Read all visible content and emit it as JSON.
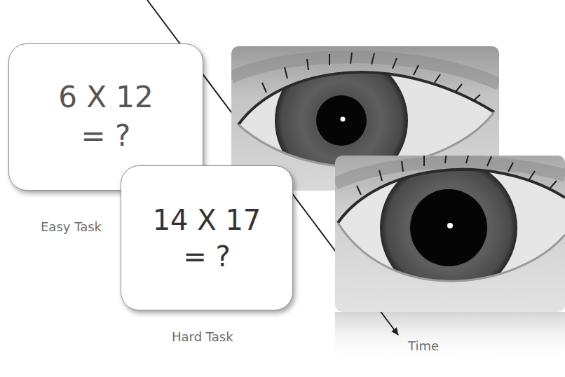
{
  "diagram": {
    "nodes": [
      {
        "text": [
          "6 X 12 = ?"
        ]
      },
      {
        "text": [
          "14 X 17 = ?"
        ]
      }
    ],
    "labels": [
      "Easy Task",
      "Hard Task",
      "Time"
    ]
  }
}
